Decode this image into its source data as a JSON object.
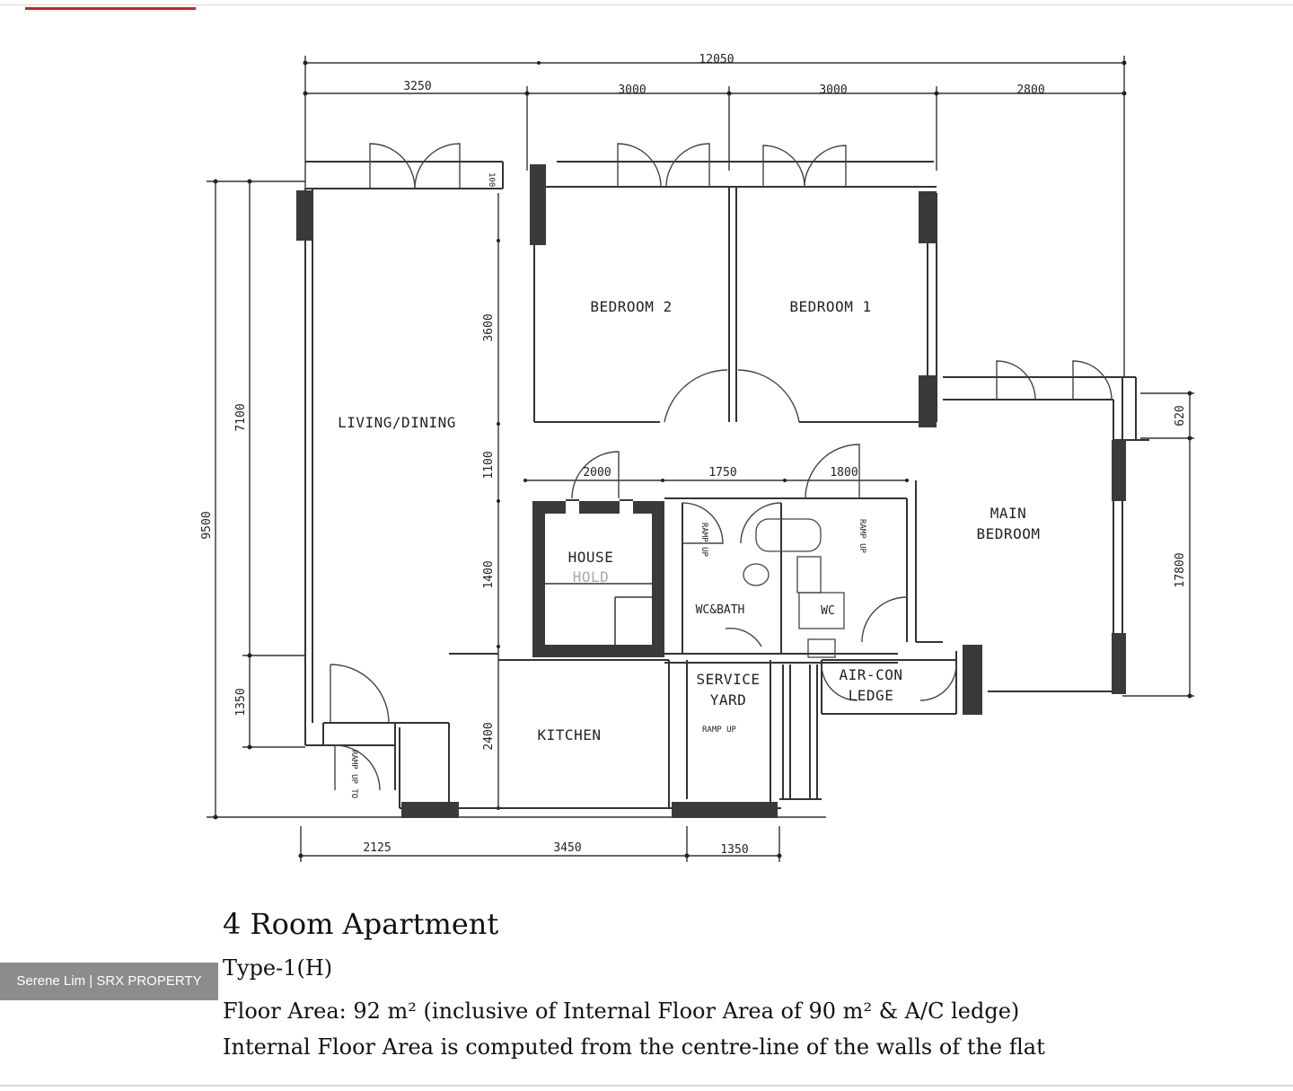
{
  "plan": {
    "dimensions_top": {
      "overall": "12050",
      "segments": [
        "3250",
        "3000",
        "3000",
        "2800"
      ],
      "small": "100"
    },
    "dimensions_left": {
      "overall": "9500",
      "upper": "7100",
      "lower": "1350"
    },
    "dimensions_inner": {
      "bedroom_depth": "3600",
      "corridor": "1100",
      "bath_depth": "1400",
      "kitchen_depth": "2400",
      "h1": "2000",
      "h2": "1750",
      "h3": "1800"
    },
    "dimensions_right": {
      "small": "620",
      "main": "17800"
    },
    "dimensions_bottom": [
      "2125",
      "3450",
      "1350"
    ],
    "rooms": {
      "bedroom2": "BEDROOM 2",
      "bedroom1": "BEDROOM 1",
      "living": "LIVING/DINING",
      "main_bedroom_l1": "MAIN",
      "main_bedroom_l2": "BEDROOM",
      "household_l1": "HOUSE",
      "household_l2": "HOLD",
      "wc_bath": "WC&BATH",
      "wc": "WC",
      "service_yard_l1": "SERVICE",
      "service_yard_l2": "YARD",
      "aircon_l1": "AIR-CON",
      "aircon_l2": "LEDGE",
      "kitchen": "KITCHEN",
      "ramp_up": "RAMP UP",
      "ramp_up_to": "RAMP UP TO"
    }
  },
  "caption": {
    "title": "4 Room Apartment",
    "type": "Type-1(H)",
    "floor_area": "Floor Area: 92 m² (inclusive of Internal Floor Area of 90 m² & A/C ledge)",
    "note": "Internal Floor Area is computed from the centre-line of the walls of the flat"
  },
  "watermark": "Serene Lim | SRX PROPERTY"
}
